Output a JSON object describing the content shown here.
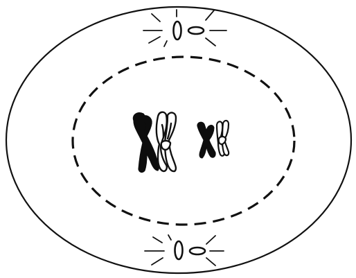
{
  "diagram": {
    "kind": "cell-division-illustration",
    "colors": {
      "background": "#ffffff",
      "ink": "#111111",
      "chromosome_dark": "#0d0d0d",
      "chromosome_light": "#ffffff"
    },
    "parts": {
      "cell": {
        "name": "cell-membrane",
        "style": "solid-outline"
      },
      "nucleus": {
        "name": "nuclear-envelope",
        "style": "dashed-outline"
      },
      "centrosomes": [
        {
          "name": "centriole-pair-top",
          "rays": "radiating"
        },
        {
          "name": "centriole-pair-bottom",
          "rays": "radiating"
        }
      ],
      "chromosome_pairs": [
        {
          "name": "homologous-pair-large",
          "members": [
            "dark-chromosome",
            "light-chromosome"
          ]
        },
        {
          "name": "homologous-pair-small",
          "members": [
            "dark-chromosome",
            "light-chromosome"
          ]
        }
      ]
    }
  }
}
